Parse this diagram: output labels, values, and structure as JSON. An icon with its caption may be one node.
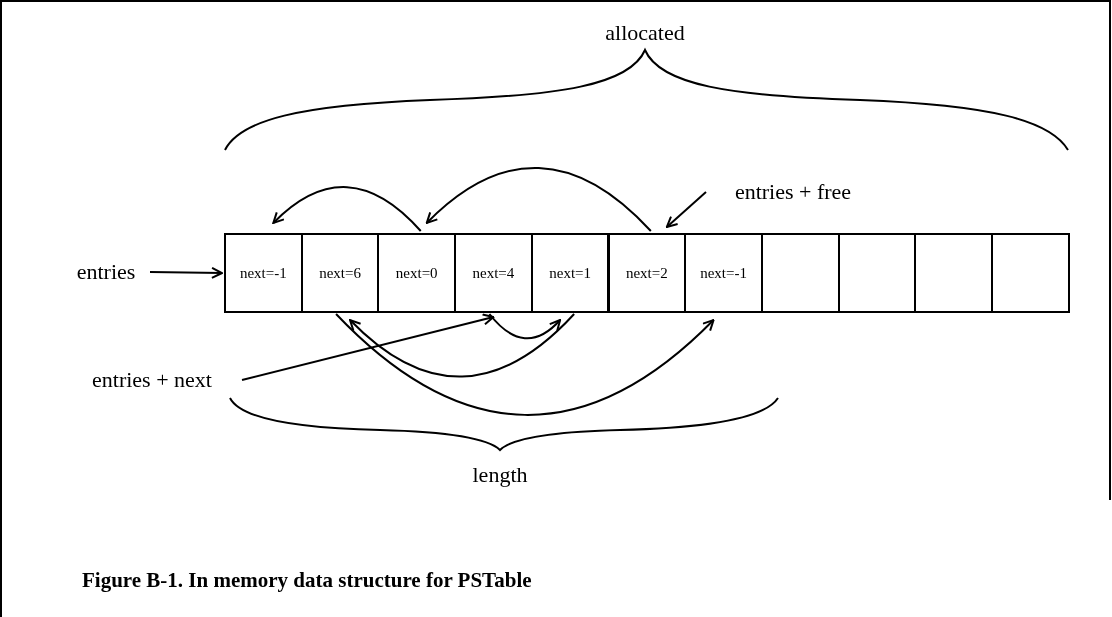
{
  "diagram": {
    "caption": "Figure B-1. In memory data structure for PSTable",
    "nodes": [
      {
        "text": [
          "entries + free"
        ]
      },
      {
        "text": [
          "entries"
        ]
      },
      {
        "text": [
          "next=-1"
        ]
      },
      {
        "text": [
          "next=6"
        ]
      },
      {
        "text": [
          "next=0"
        ]
      },
      {
        "text": [
          "next=4"
        ]
      },
      {
        "text": [
          "next=1"
        ]
      },
      {
        "text": [
          "next=2"
        ]
      },
      {
        "text": [
          "next=-1"
        ]
      },
      {
        "text": [],
        "shape": "box"
      },
      {
        "text": [],
        "shape": "box"
      },
      {
        "text": [],
        "shape": "box"
      },
      {
        "text": [],
        "shape": "box"
      },
      {
        "text": [
          "entries + next"
        ]
      }
    ],
    "edges": [
      {
        "from": 0,
        "to": 7,
        "arrow": "to"
      },
      {
        "from": 1,
        "to": 2,
        "arrow": "to"
      },
      {
        "from": 4,
        "to": 2,
        "arrow": "to"
      },
      {
        "from": 7,
        "to": 4,
        "arrow": "to"
      },
      {
        "from": 3,
        "to": 8,
        "arrow": "to"
      },
      {
        "from": 6,
        "to": 3,
        "arrow": "to"
      },
      {
        "from": 5,
        "to": 6,
        "arrow": "to"
      },
      {
        "from": 13,
        "to": 5,
        "arrow": "to"
      }
    ],
    "labels": [
      "allocated",
      "length"
    ]
  }
}
